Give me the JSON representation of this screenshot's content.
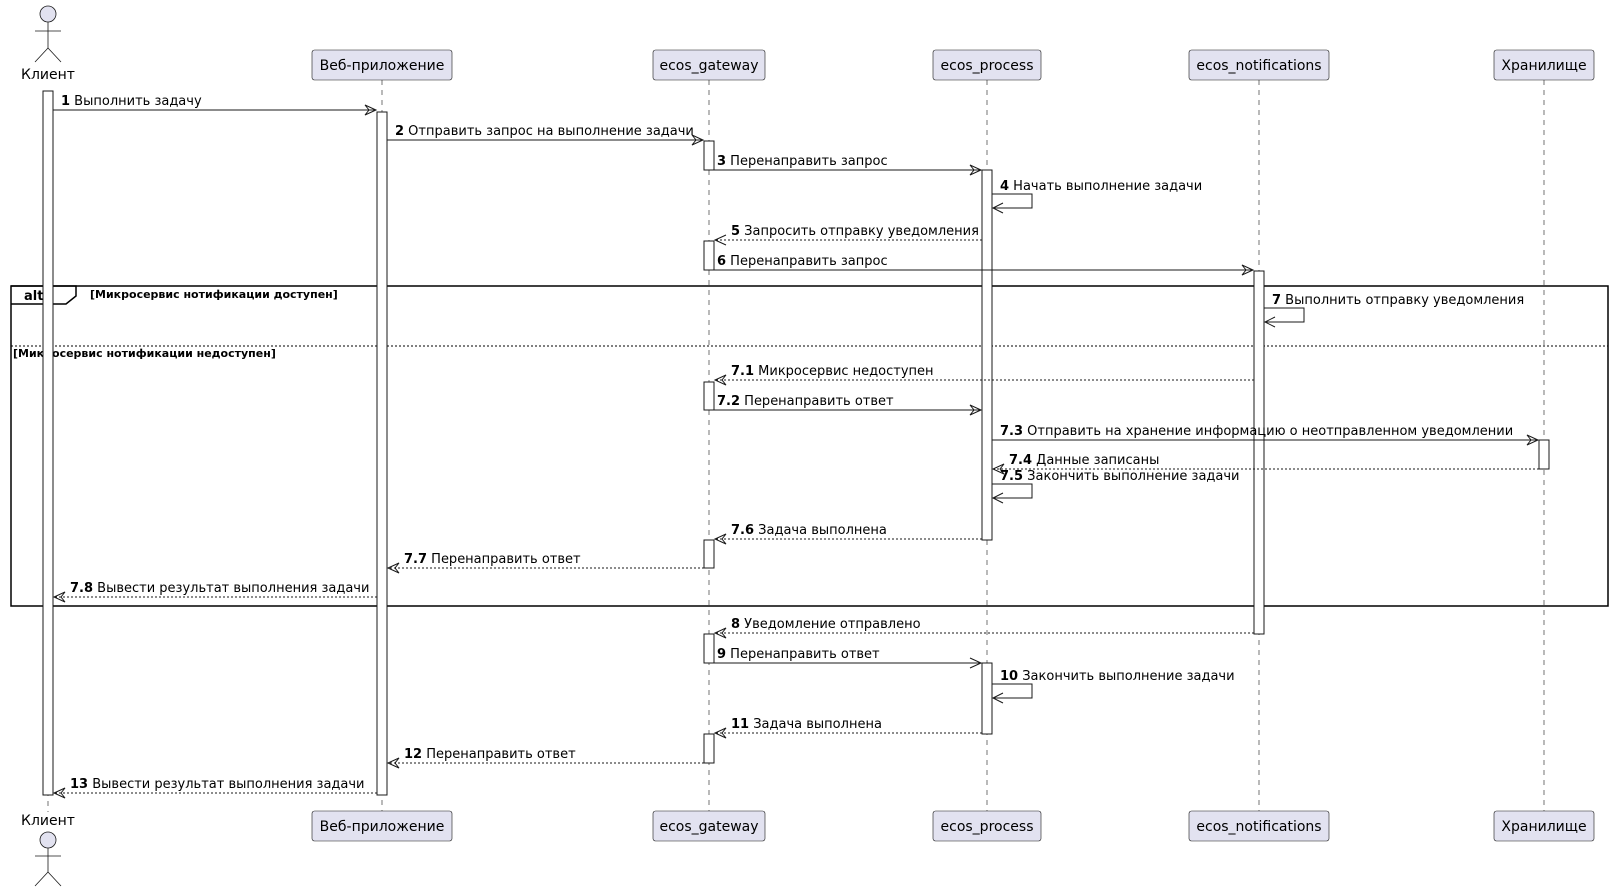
{
  "participants": [
    {
      "id": "client",
      "label": "Клиент",
      "kind": "actor"
    },
    {
      "id": "web",
      "label": "Веб-приложение",
      "kind": "participant"
    },
    {
      "id": "gateway",
      "label": "ecos_gateway",
      "kind": "participant"
    },
    {
      "id": "process",
      "label": "ecos_process",
      "kind": "participant"
    },
    {
      "id": "notifications",
      "label": "ecos_notifications",
      "kind": "participant"
    },
    {
      "id": "storage",
      "label": "Хранилище",
      "kind": "participant"
    }
  ],
  "messages": [
    {
      "num": "1",
      "text": "Выполнить задачу",
      "from": "client",
      "to": "web",
      "style": "solid"
    },
    {
      "num": "2",
      "text": "Отправить запрос на выполнение задачи",
      "from": "web",
      "to": "gateway",
      "style": "solid"
    },
    {
      "num": "3",
      "text": "Перенаправить запрос",
      "from": "gateway",
      "to": "process",
      "style": "solid"
    },
    {
      "num": "4",
      "text": "Начать выполнение задачи",
      "from": "process",
      "to": "process",
      "style": "solid"
    },
    {
      "num": "5",
      "text": "Запросить отправку уведомления",
      "from": "process",
      "to": "gateway",
      "style": "dashed-open"
    },
    {
      "num": "6",
      "text": "Перенаправить запрос",
      "from": "gateway",
      "to": "notifications",
      "style": "solid"
    },
    {
      "num": "7",
      "text": "Выполнить отправку уведомления",
      "from": "notifications",
      "to": "notifications",
      "style": "solid"
    },
    {
      "num": "7.1",
      "text": "Микросервис недоступен",
      "from": "notifications",
      "to": "gateway",
      "style": "dashed"
    },
    {
      "num": "7.2",
      "text": "Перенаправить ответ",
      "from": "gateway",
      "to": "process",
      "style": "solid"
    },
    {
      "num": "7.3",
      "text": "Отправить на хранение информацию о неотправленном уведомлении",
      "from": "process",
      "to": "storage",
      "style": "solid"
    },
    {
      "num": "7.4",
      "text": "Данные записаны",
      "from": "storage",
      "to": "process",
      "style": "dashed"
    },
    {
      "num": "7.5",
      "text": "Закончить выполнение задачи",
      "from": "process",
      "to": "process",
      "style": "solid"
    },
    {
      "num": "7.6",
      "text": "Задача выполнена",
      "from": "process",
      "to": "gateway",
      "style": "dashed"
    },
    {
      "num": "7.7",
      "text": "Перенаправить ответ",
      "from": "gateway",
      "to": "web",
      "style": "dashed"
    },
    {
      "num": "7.8",
      "text": "Вывести результат выполнения задачи",
      "from": "web",
      "to": "client",
      "style": "dashed"
    },
    {
      "num": "8",
      "text": "Уведомление отправлено",
      "from": "notifications",
      "to": "gateway",
      "style": "dashed"
    },
    {
      "num": "9",
      "text": "Перенаправить ответ",
      "from": "gateway",
      "to": "process",
      "style": "solid-open"
    },
    {
      "num": "10",
      "text": "Закончить выполнение задачи",
      "from": "process",
      "to": "process",
      "style": "solid"
    },
    {
      "num": "11",
      "text": "Задача выполнена",
      "from": "process",
      "to": "gateway",
      "style": "dashed"
    },
    {
      "num": "12",
      "text": "Перенаправить ответ",
      "from": "gateway",
      "to": "web",
      "style": "dashed"
    },
    {
      "num": "13",
      "text": "Вывести результат выполнения задачи",
      "from": "web",
      "to": "client",
      "style": "dashed"
    }
  ],
  "alt_frame": {
    "label": "alt",
    "guard_1": "[Микросервис нотификации доступен]",
    "guard_2": "[Микросервис нотификации недоступен]"
  }
}
